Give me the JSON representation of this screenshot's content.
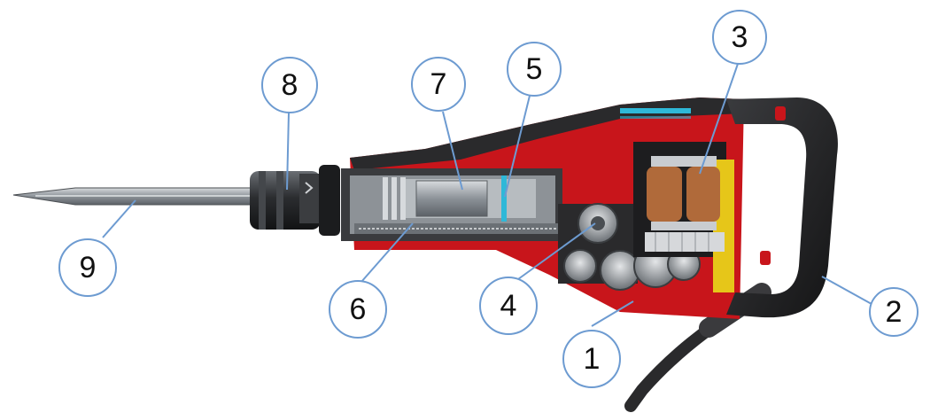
{
  "diagram": {
    "subject": "Cutaway view of an electric demolition hammer",
    "callouts": [
      {
        "label": "1"
      },
      {
        "label": "2"
      },
      {
        "label": "3"
      },
      {
        "label": "4"
      },
      {
        "label": "5"
      },
      {
        "label": "6"
      },
      {
        "label": "7"
      },
      {
        "label": "8"
      },
      {
        "label": "9"
      }
    ],
    "colors": {
      "housing_red": "#c8151b",
      "housing_dark": "#2a2a2c",
      "handle_black": "#1f1f21",
      "metal_steel": "#9aa0a6",
      "callout_ring": "#6d9bd1",
      "leader_line": "#6d9bd1",
      "cylinder_blue": "#2fb8d8",
      "stator_yellow": "#e6c619"
    }
  }
}
